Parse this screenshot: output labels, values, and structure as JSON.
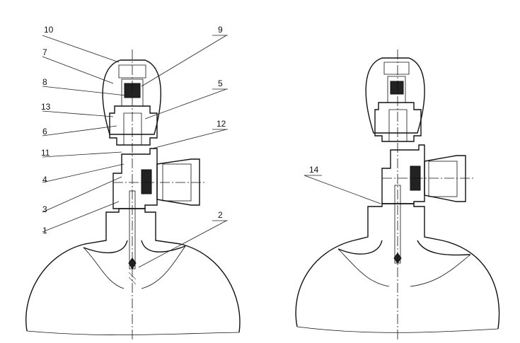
{
  "left_view": {
    "callouts": [
      "10",
      "7",
      "8",
      "13",
      "6",
      "11",
      "4",
      "3",
      "1",
      "9",
      "5",
      "12",
      "2"
    ]
  },
  "right_view": {
    "callouts": [
      "14"
    ]
  }
}
